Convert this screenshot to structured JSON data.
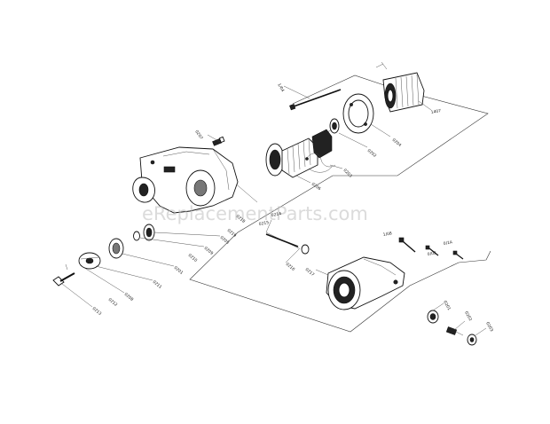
{
  "watermark": "eReplacementParts.com",
  "callouts": [
    {
      "id": "c-1",
      "text": "1/04"
    },
    {
      "id": "c-2",
      "text": "1407"
    },
    {
      "id": "c-3",
      "text": "0204"
    },
    {
      "id": "c-4",
      "text": "0202"
    },
    {
      "id": "c-5",
      "text": "0207"
    },
    {
      "id": "c-6",
      "text": "0206"
    },
    {
      "id": "c-7",
      "text": "0203"
    },
    {
      "id": "c-8",
      "text": "0205"
    },
    {
      "id": "c-9",
      "text": "0209"
    },
    {
      "id": "c-10",
      "text": "0210"
    },
    {
      "id": "c-11",
      "text": "0201"
    },
    {
      "id": "c-12",
      "text": "0211"
    },
    {
      "id": "c-13",
      "text": "0208"
    },
    {
      "id": "c-14",
      "text": "0212"
    },
    {
      "id": "c-15",
      "text": "0213"
    },
    {
      "id": "c-16",
      "text": "0214"
    },
    {
      "id": "c-17",
      "text": "0215"
    },
    {
      "id": "c-18",
      "text": "0216"
    },
    {
      "id": "c-19",
      "text": "0217"
    },
    {
      "id": "c-20",
      "text": "0218"
    },
    {
      "id": "c-21",
      "text": "0219"
    },
    {
      "id": "c-22",
      "text": "1/08"
    },
    {
      "id": "c-23",
      "text": "0/1A"
    },
    {
      "id": "c-24",
      "text": "0/02"
    },
    {
      "id": "c-25",
      "text": "0201"
    },
    {
      "id": "c-26",
      "text": "0202"
    },
    {
      "id": "c-27",
      "text": "0203"
    }
  ]
}
